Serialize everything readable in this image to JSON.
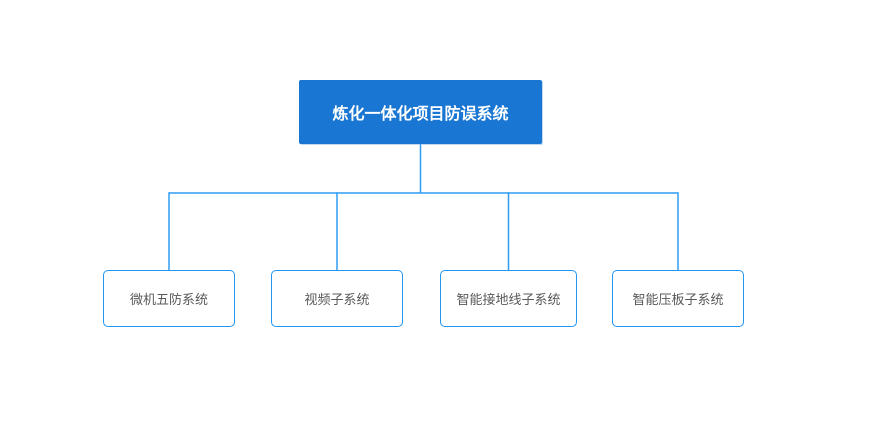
{
  "diagram": {
    "type": "org-tree",
    "root": {
      "label": "炼化一体化项目防误系统"
    },
    "children": [
      {
        "label": "微机五防系统"
      },
      {
        "label": "视频子系统"
      },
      {
        "label": "智能接地线子系统"
      },
      {
        "label": "智能压板子系统"
      }
    ]
  },
  "colors": {
    "root_fill": "#1976d2",
    "root_text": "#ffffff",
    "connector": "#2d9cf3",
    "child_border": "#2196f3",
    "child_text": "#595959",
    "background": "#ffffff"
  }
}
